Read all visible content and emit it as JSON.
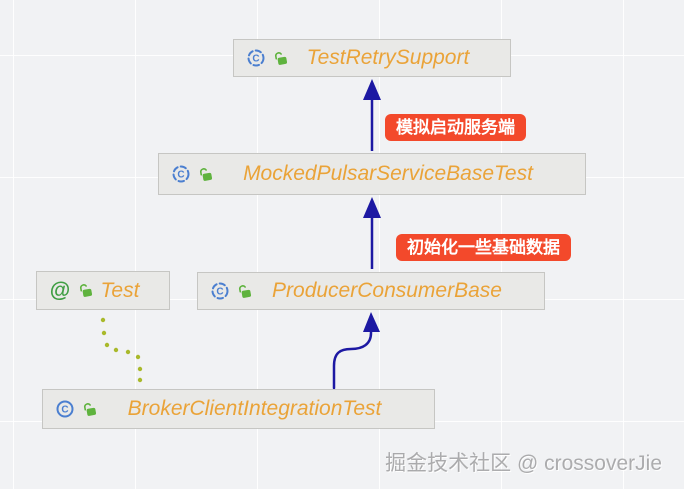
{
  "colors": {
    "canvas_bg": "#F1F2F4",
    "node_bg": "#E9E9E7",
    "node_border": "#C6C6C3",
    "class_name_text": "#EAA338",
    "inheritance_arrow": "#1D19A3",
    "annotation_edge_dots": "#A9B92B",
    "callout_bg": "#F3492B",
    "callout_text": "#FFFFFF",
    "class_icon_blue": "#4B7FD0",
    "annotation_icon_green": "#3F9E43",
    "padlock_green": "#5FB33E"
  },
  "icons": {
    "annotation_glyph": "@",
    "class_glyph": "C"
  },
  "diagram": {
    "nodes": [
      {
        "label": "TestRetrySupport",
        "type": "abstract class"
      },
      {
        "label": "MockedPulsarServiceBaseTest",
        "type": "abstract class"
      },
      {
        "label": "Test",
        "type": "annotation"
      },
      {
        "label": "ProducerConsumerBase",
        "type": "abstract class"
      },
      {
        "label": "BrokerClientIntegrationTest",
        "type": "class"
      }
    ],
    "callouts": [
      {
        "text": "模拟启动服务端"
      },
      {
        "text": "初始化一些基础数据"
      }
    ],
    "edges": [
      {
        "from": "MockedPulsarServiceBaseTest",
        "to": "TestRetrySupport",
        "kind": "extends"
      },
      {
        "from": "ProducerConsumerBase",
        "to": "MockedPulsarServiceBaseTest",
        "kind": "extends"
      },
      {
        "from": "BrokerClientIntegrationTest",
        "to": "ProducerConsumerBase",
        "kind": "extends"
      },
      {
        "from": "BrokerClientIntegrationTest",
        "to": "Test",
        "kind": "annotated-with"
      }
    ]
  },
  "watermark": {
    "text": "掘金技术社区 @ crossoverJie"
  }
}
